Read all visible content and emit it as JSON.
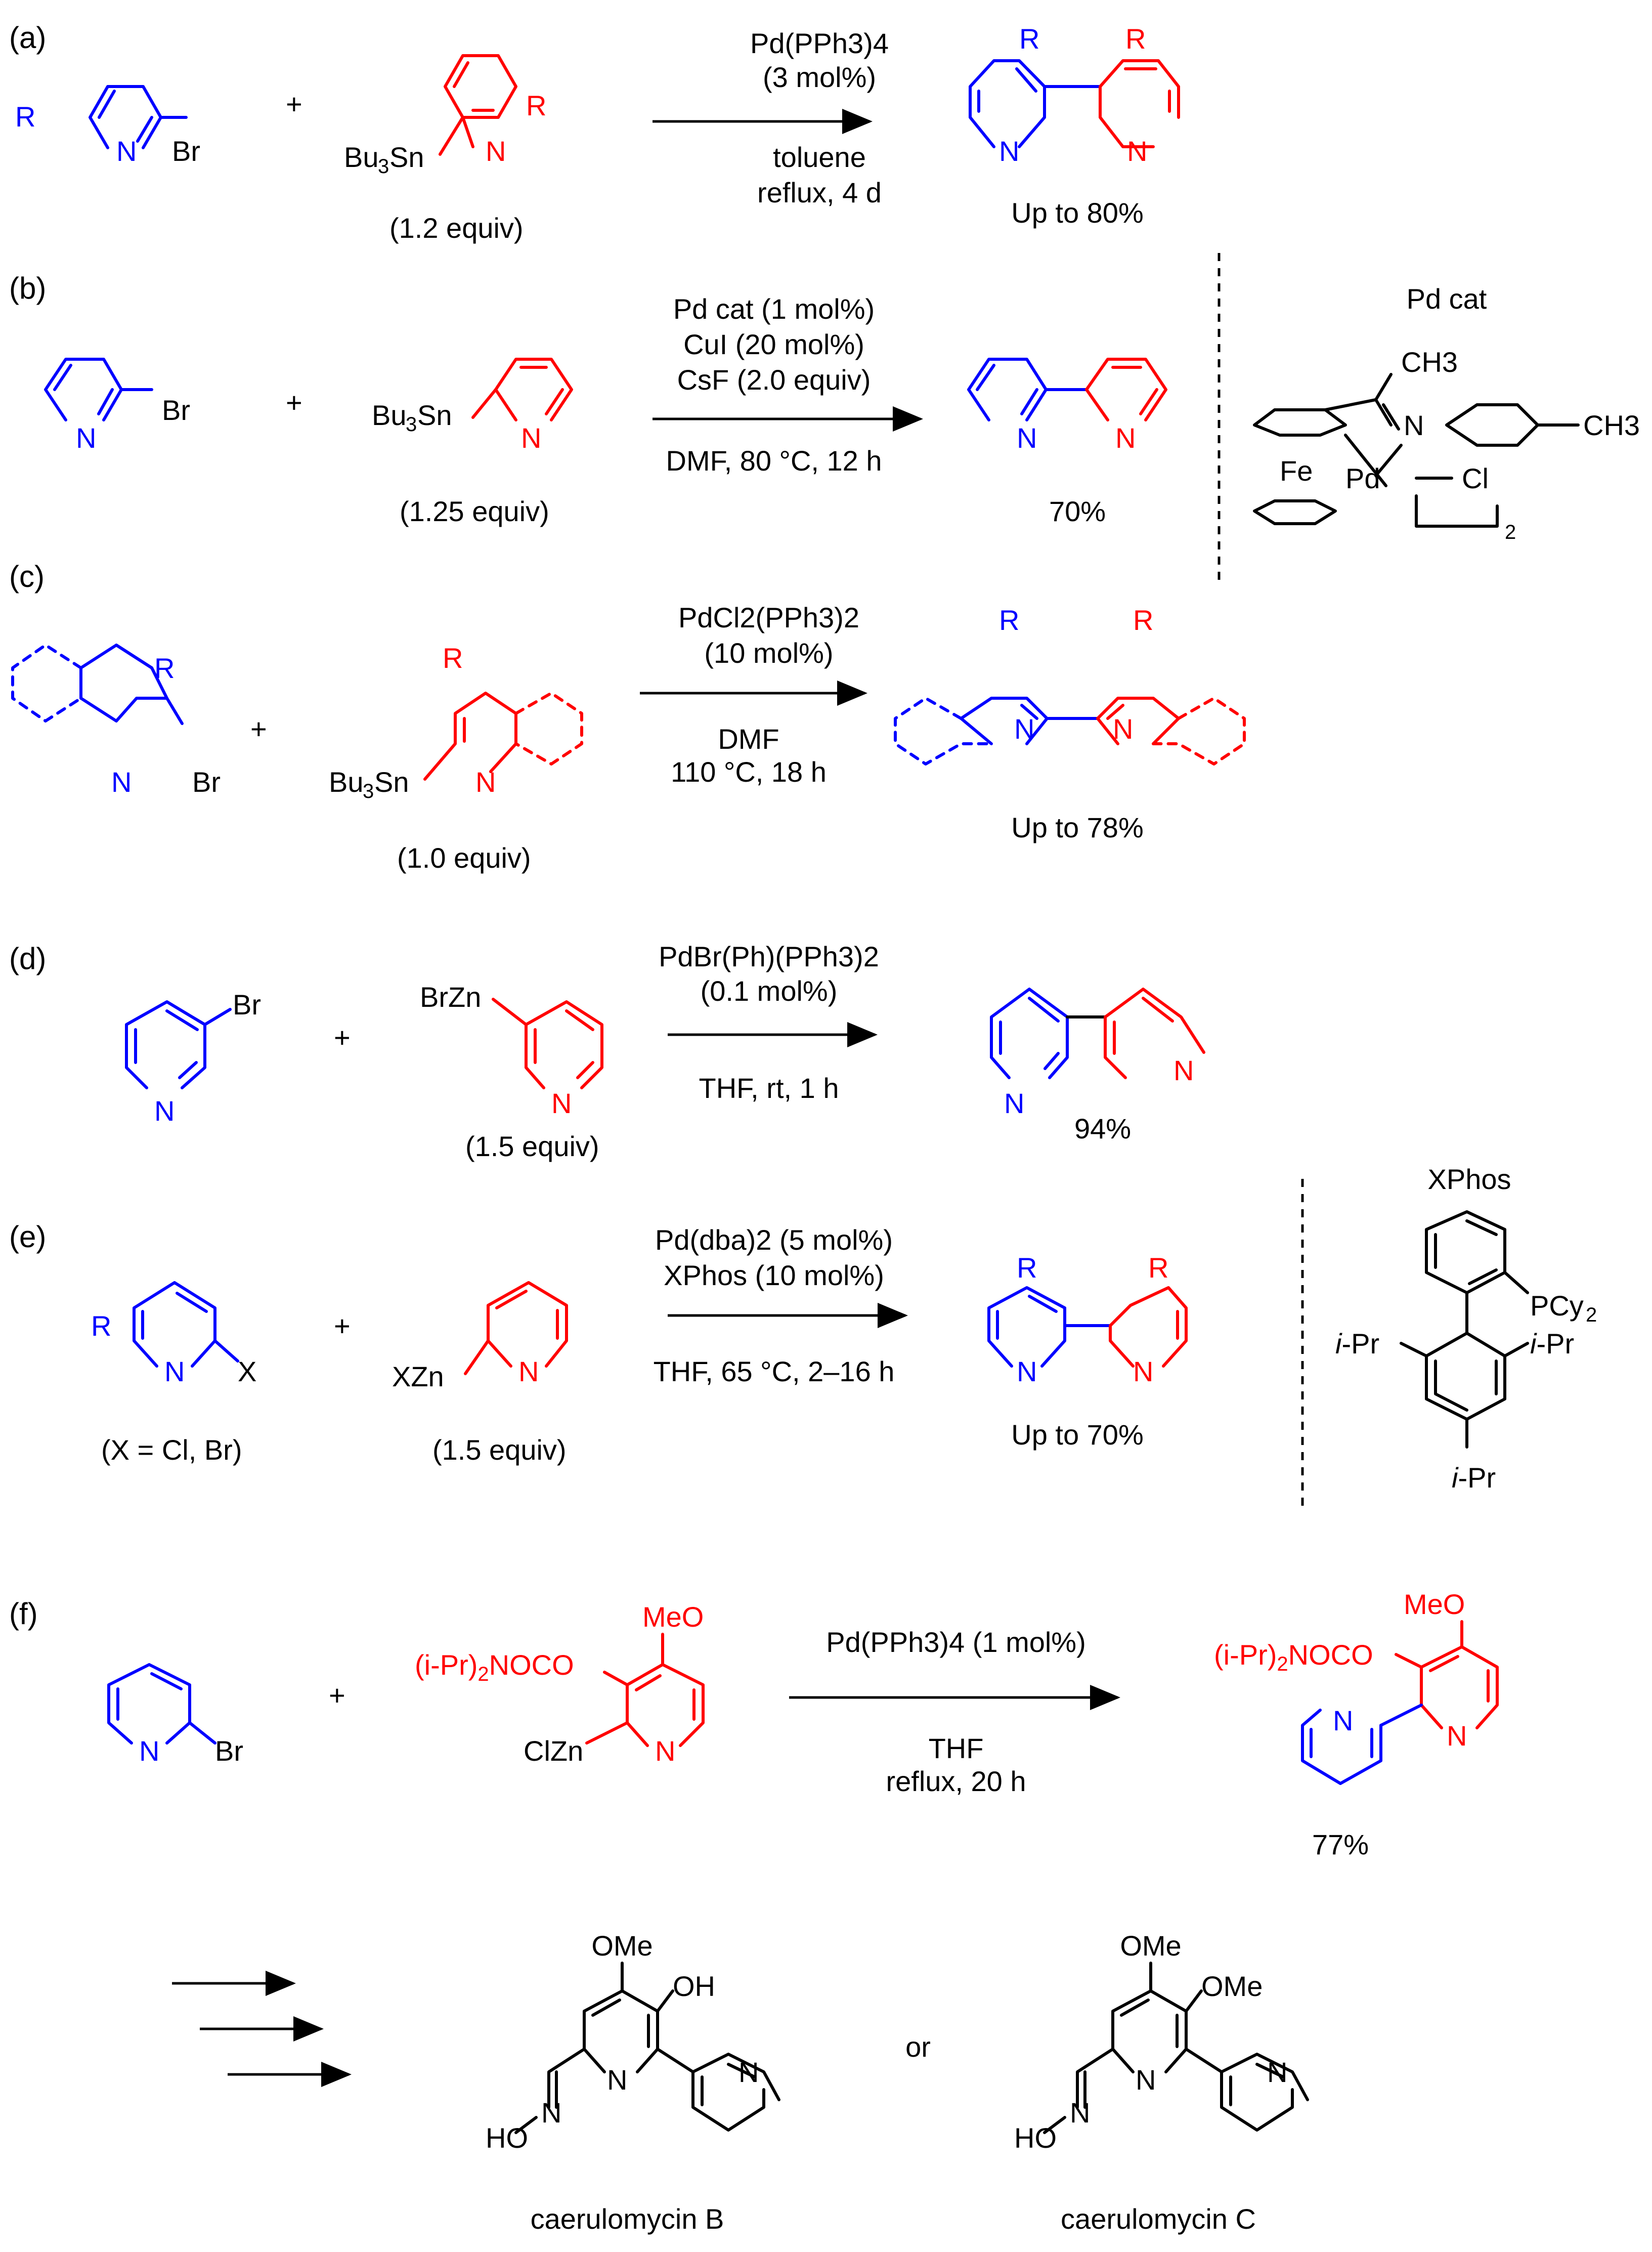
{
  "colors": {
    "reagent_a": "#0000ff",
    "reagent_b": "#ff0000",
    "text": "#000000"
  },
  "panels": {
    "a": {
      "label": "(a)",
      "reagent1": {
        "R": "R",
        "N": "N",
        "X": "Br"
      },
      "plus": "+",
      "reagent2": {
        "prefix": "Bu",
        "sub": "3",
        "suffix": "Sn",
        "N": "N",
        "R": "R",
        "equiv": "(1.2 equiv)"
      },
      "conditions_above": [
        "Pd(PPh3)4",
        "(3 mol%)"
      ],
      "conditions_below": [
        "toluene",
        "reflux, 4 d"
      ],
      "product": {
        "R1": "R",
        "R2": "R",
        "N": "N",
        "yield": "Up to 80%"
      }
    },
    "b": {
      "label": "(b)",
      "reagent1": {
        "N": "N",
        "X": "Br"
      },
      "plus": "+",
      "reagent2": {
        "prefix": "Bu",
        "sub": "3",
        "suffix": "Sn",
        "N": "N",
        "equiv": "(1.25 equiv)"
      },
      "conditions_above": [
        "Pd cat (1 mol%)",
        "CuI (20 mol%)",
        "CsF (2.0 equiv)"
      ],
      "conditions_below": [
        "DMF, 80 °C, 12 h"
      ],
      "product": {
        "N": "N",
        "yield": "70%"
      },
      "catalyst": {
        "title": "Pd cat",
        "ch3_top": "CH3",
        "ch3_right": "CH3",
        "N": "N",
        "Fe": "Fe",
        "Pd": "Pd",
        "Cl": "Cl",
        "dimer": "2"
      }
    },
    "c": {
      "label": "(c)",
      "reagent1": {
        "R": "R",
        "N": "N",
        "X": "Br"
      },
      "plus": "+",
      "reagent2": {
        "prefix": "Bu",
        "sub": "3",
        "suffix": "Sn",
        "N": "N",
        "R": "R",
        "equiv": "(1.0 equiv)"
      },
      "conditions_above": [
        "PdCl2(PPh3)2",
        "(10 mol%)"
      ],
      "conditions_below": [
        "DMF",
        "110 °C, 18 h"
      ],
      "product": {
        "R1": "R",
        "R2": "R",
        "N": "N",
        "yield": "Up to 78%"
      }
    },
    "d": {
      "label": "(d)",
      "reagent1": {
        "N": "N",
        "X": "Br"
      },
      "plus": "+",
      "reagent2": {
        "metal": "BrZn",
        "N": "N",
        "equiv": "(1.5 equiv)"
      },
      "conditions_above": [
        "PdBr(Ph)(PPh3)2",
        "(0.1 mol%)"
      ],
      "conditions_below": [
        "THF, rt, 1 h"
      ],
      "product": {
        "N": "N",
        "yield": "94%"
      }
    },
    "e": {
      "label": "(e)",
      "reagent1": {
        "R": "R",
        "N": "N",
        "X": "X",
        "note": "(X = Cl, Br)"
      },
      "plus": "+",
      "reagent2": {
        "metal": "XZn",
        "N": "N",
        "equiv": "(1.5 equiv)"
      },
      "conditions_above": [
        "Pd(dba)2 (5 mol%)",
        "XPhos (10 mol%)"
      ],
      "conditions_below": [
        "THF, 65 °C, 2–16 h"
      ],
      "product": {
        "R1": "R",
        "R2": "R",
        "N": "N",
        "yield": "Up to 70%"
      },
      "ligand": {
        "title": "XPhos",
        "pcy": "PCy",
        "pcy_sub": "2",
        "ipr_i": "i",
        "ipr": "-Pr"
      }
    },
    "f": {
      "label": "(f)",
      "reagent1": {
        "N": "N",
        "X": "Br"
      },
      "plus": "+",
      "reagent2": {
        "meo": "MeO",
        "carbamate": "(i-Pr)",
        "carbamate_sub": "2",
        "carbamate_tail": "NOCO",
        "metal": "ClZn",
        "N": "N"
      },
      "conditions_above": [
        "Pd(PPh3)4 (1 mol%)"
      ],
      "conditions_below": [
        "THF",
        "reflux, 20 h"
      ],
      "product": {
        "meo": "MeO",
        "carbamate": "(i-Pr)",
        "carbamate_sub": "2",
        "carbamate_tail": "NOCO",
        "N": "N",
        "yield": "77%"
      },
      "or": "or",
      "natural_products": [
        {
          "name": "caerulomycin B",
          "ome": "OMe",
          "sub3": "OH",
          "ho": "HO",
          "N": "N"
        },
        {
          "name": "caerulomycin C",
          "ome": "OMe",
          "sub3": "OMe",
          "ho": "HO",
          "N": "N"
        }
      ]
    }
  }
}
